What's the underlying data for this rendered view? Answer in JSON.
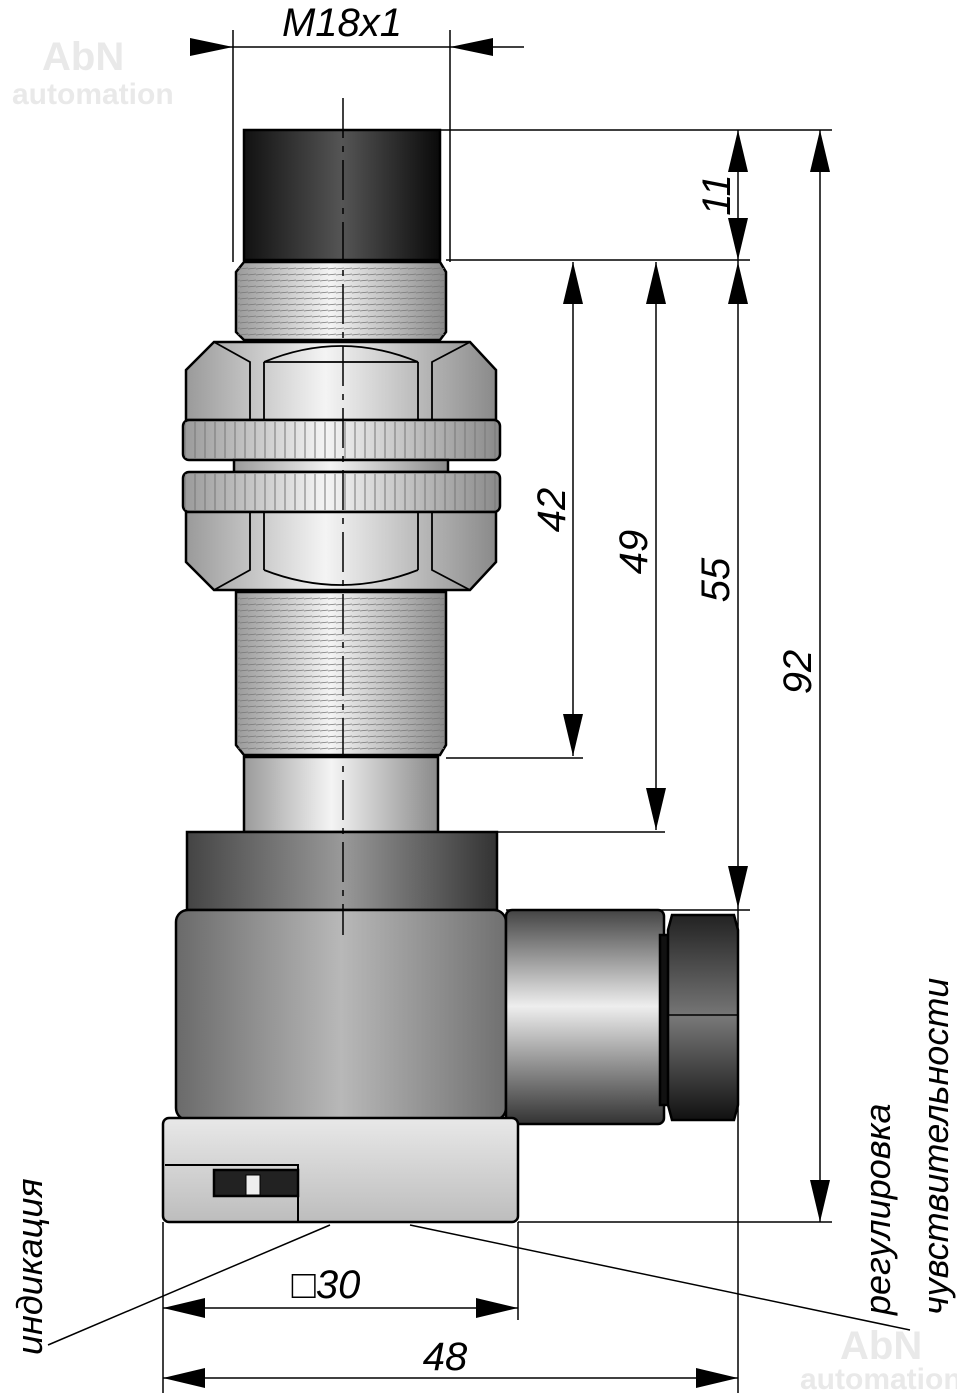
{
  "watermark": {
    "line1": "AbN",
    "line2": "automation"
  },
  "dimensions": {
    "thread": "M18x1",
    "cap_length": "11",
    "d42": "42",
    "d49": "49",
    "d55": "55",
    "total_length": "92",
    "square": "□30",
    "width": "48"
  },
  "labels": {
    "indication": "индикация",
    "sensitivity_line1": "регулировка",
    "sensitivity_line2": "чувствительности"
  }
}
